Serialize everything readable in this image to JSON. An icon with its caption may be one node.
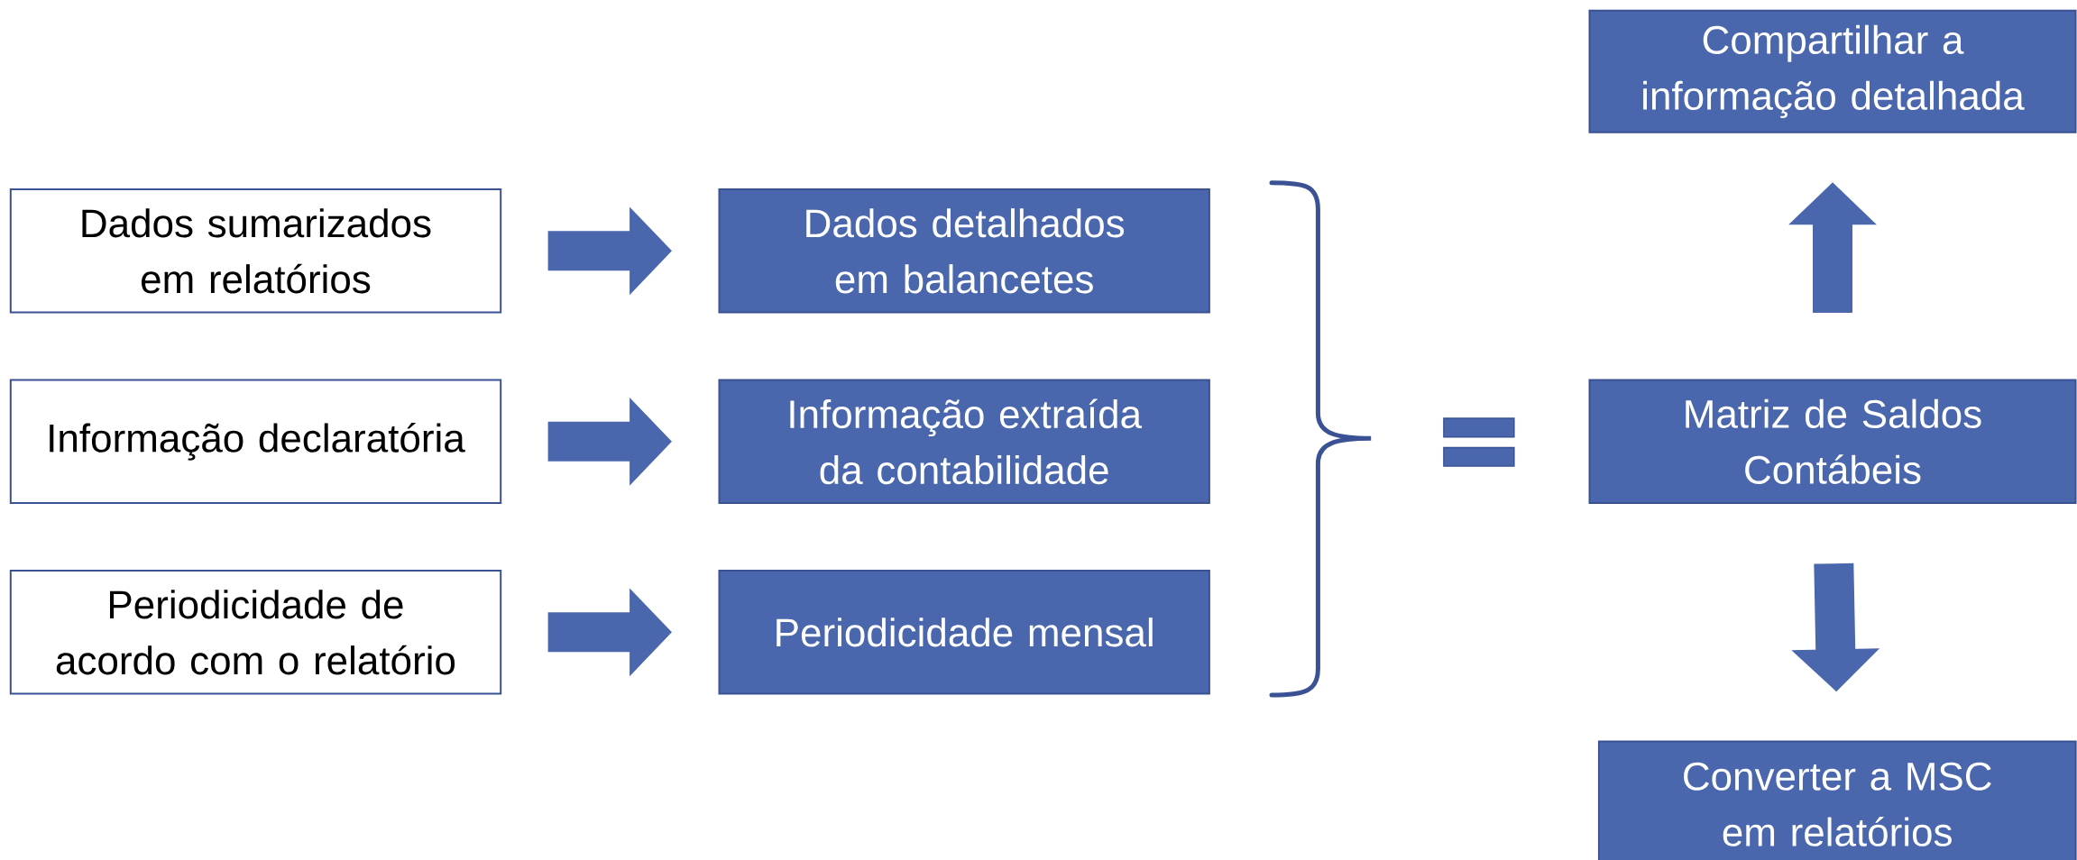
{
  "diagram": {
    "nodes": [
      {
        "text": [
          "Dados sumarizados em relatórios"
        ]
      },
      {
        "text": [
          "Informação declaratória"
        ]
      },
      {
        "text": [
          "Periodicidade de acordo com o relatório"
        ]
      },
      {
        "text": [
          "Dados detalhados em balancetes"
        ]
      },
      {
        "text": [
          "Informação extraída da contabilidade"
        ]
      },
      {
        "text": [
          "Periodicidade mensal"
        ]
      },
      {
        "text": [
          "Compartilhar a informação detalhada"
        ]
      },
      {
        "text": [
          "Matriz de Saldos Contábeis"
        ]
      },
      {
        "text": [
          "Converter a MSC em relatórios"
        ]
      }
    ],
    "edges": [
      {
        "from": 0,
        "to": 3,
        "arrow": "to"
      },
      {
        "from": 1,
        "to": 4,
        "arrow": "to"
      },
      {
        "from": 2,
        "to": 5,
        "arrow": "to"
      },
      {
        "from": 7,
        "to": 6,
        "arrow": "to"
      },
      {
        "from": 7,
        "to": 8,
        "arrow": "to"
      }
    ]
  }
}
